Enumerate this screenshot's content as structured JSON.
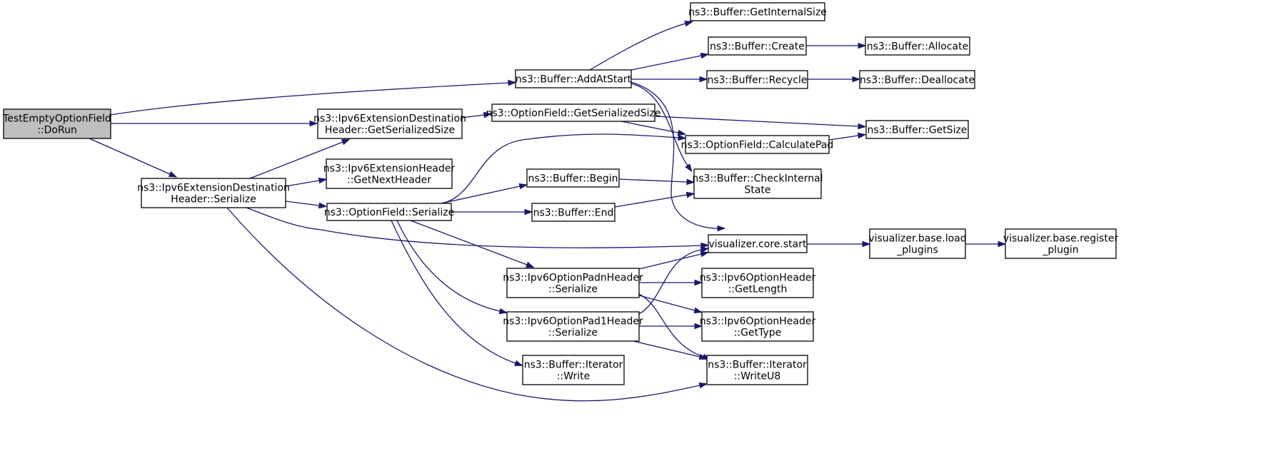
{
  "graph": {
    "nodes": [
      {
        "id": "root",
        "lines": [
          "TestEmptyOptionField",
          "::DoRun"
        ],
        "root": true
      },
      {
        "id": "ext_dest_serialize",
        "lines": [
          "ns3::Ipv6ExtensionDestination",
          "Header::Serialize"
        ]
      },
      {
        "id": "ext_dest_getsize",
        "lines": [
          "ns3::Ipv6ExtensionDestination",
          "Header::GetSerializedSize"
        ]
      },
      {
        "id": "ext_getnext",
        "lines": [
          "ns3::Ipv6ExtensionHeader",
          "::GetNextHeader"
        ]
      },
      {
        "id": "opt_serialize",
        "lines": [
          "ns3::OptionField::Serialize"
        ]
      },
      {
        "id": "opt_getsize",
        "lines": [
          "ns3::OptionField::GetSerializedSize"
        ]
      },
      {
        "id": "buf_addatstart",
        "lines": [
          "ns3::Buffer::AddAtStart"
        ]
      },
      {
        "id": "buf_begin",
        "lines": [
          "ns3::Buffer::Begin"
        ]
      },
      {
        "id": "buf_end",
        "lines": [
          "ns3::Buffer::End"
        ]
      },
      {
        "id": "padn_serialize",
        "lines": [
          "ns3::Ipv6OptionPadnHeader",
          "::Serialize"
        ]
      },
      {
        "id": "pad1_serialize",
        "lines": [
          "ns3::Ipv6OptionPad1Header",
          "::Serialize"
        ]
      },
      {
        "id": "it_write",
        "lines": [
          "ns3::Buffer::Iterator",
          "::Write"
        ]
      },
      {
        "id": "buf_getinternalsize",
        "lines": [
          "ns3::Buffer::GetInternalSize"
        ]
      },
      {
        "id": "buf_create",
        "lines": [
          "ns3::Buffer::Create"
        ]
      },
      {
        "id": "buf_recycle",
        "lines": [
          "ns3::Buffer::Recycle"
        ]
      },
      {
        "id": "opt_calcpad",
        "lines": [
          "ns3::OptionField::CalculatePad"
        ]
      },
      {
        "id": "buf_checkinternal",
        "lines": [
          "ns3::Buffer::CheckInternal",
          "State"
        ]
      },
      {
        "id": "vis_core_start",
        "lines": [
          "visualizer.core.start"
        ]
      },
      {
        "id": "opt_getlength",
        "lines": [
          "ns3::Ipv6OptionHeader",
          "::GetLength"
        ]
      },
      {
        "id": "opt_gettype",
        "lines": [
          "ns3::Ipv6OptionHeader",
          "::GetType"
        ]
      },
      {
        "id": "it_writeu8",
        "lines": [
          "ns3::Buffer::Iterator",
          "::WriteU8"
        ]
      },
      {
        "id": "buf_allocate",
        "lines": [
          "ns3::Buffer::Allocate"
        ]
      },
      {
        "id": "buf_deallocate",
        "lines": [
          "ns3::Buffer::Deallocate"
        ]
      },
      {
        "id": "buf_getsize",
        "lines": [
          "ns3::Buffer::GetSize"
        ]
      },
      {
        "id": "vis_load_plugins",
        "lines": [
          "visualizer.base.load",
          "_plugins"
        ]
      },
      {
        "id": "vis_register_plugin",
        "lines": [
          "visualizer.base.register",
          "_plugin"
        ]
      }
    ],
    "edges": [
      {
        "from": "root",
        "to": "buf_addatstart"
      },
      {
        "from": "root",
        "to": "ext_dest_getsize"
      },
      {
        "from": "root",
        "to": "ext_dest_serialize"
      },
      {
        "from": "ext_dest_serialize",
        "to": "ext_dest_getsize"
      },
      {
        "from": "ext_dest_serialize",
        "to": "ext_getnext"
      },
      {
        "from": "ext_dest_serialize",
        "to": "opt_serialize"
      },
      {
        "from": "ext_dest_serialize",
        "to": "vis_core_start"
      },
      {
        "from": "ext_dest_serialize",
        "to": "it_writeu8"
      },
      {
        "from": "ext_dest_getsize",
        "to": "opt_getsize"
      },
      {
        "from": "opt_getsize",
        "to": "buf_getsize"
      },
      {
        "from": "opt_getsize",
        "to": "opt_calcpad"
      },
      {
        "from": "buf_addatstart",
        "to": "buf_getinternalsize"
      },
      {
        "from": "buf_addatstart",
        "to": "buf_create"
      },
      {
        "from": "buf_addatstart",
        "to": "buf_recycle"
      },
      {
        "from": "buf_addatstart",
        "to": "buf_checkinternal"
      },
      {
        "from": "buf_addatstart",
        "to": "vis_core_start"
      },
      {
        "from": "buf_create",
        "to": "buf_allocate"
      },
      {
        "from": "buf_recycle",
        "to": "buf_deallocate"
      },
      {
        "from": "opt_calcpad",
        "to": "buf_getsize"
      },
      {
        "from": "opt_serialize",
        "to": "opt_calcpad"
      },
      {
        "from": "opt_serialize",
        "to": "buf_begin"
      },
      {
        "from": "opt_serialize",
        "to": "buf_end"
      },
      {
        "from": "opt_serialize",
        "to": "padn_serialize"
      },
      {
        "from": "opt_serialize",
        "to": "pad1_serialize"
      },
      {
        "from": "opt_serialize",
        "to": "it_write"
      },
      {
        "from": "buf_begin",
        "to": "buf_checkinternal"
      },
      {
        "from": "buf_end",
        "to": "buf_checkinternal"
      },
      {
        "from": "padn_serialize",
        "to": "vis_core_start"
      },
      {
        "from": "padn_serialize",
        "to": "opt_getlength"
      },
      {
        "from": "padn_serialize",
        "to": "opt_gettype"
      },
      {
        "from": "padn_serialize",
        "to": "it_writeu8"
      },
      {
        "from": "pad1_serialize",
        "to": "vis_core_start"
      },
      {
        "from": "pad1_serialize",
        "to": "opt_gettype"
      },
      {
        "from": "pad1_serialize",
        "to": "it_writeu8"
      },
      {
        "from": "vis_core_start",
        "to": "vis_load_plugins"
      },
      {
        "from": "vis_load_plugins",
        "to": "vis_register_plugin"
      }
    ]
  }
}
